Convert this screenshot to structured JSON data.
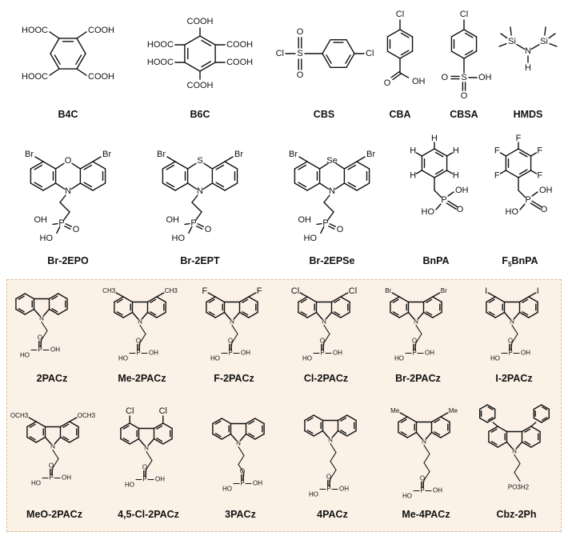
{
  "rows": [
    [
      {
        "id": "b4c",
        "label": "B4C",
        "atoms": [
          "HOOC",
          "COOH",
          "HOOC",
          "COOH"
        ]
      },
      {
        "id": "b6c",
        "label": "B6C",
        "atoms": [
          "COOH",
          "HOOC",
          "COOH",
          "HOOC",
          "COOH",
          "COOH"
        ]
      },
      {
        "id": "cbs",
        "label": "CBS",
        "atoms": [
          "Cl",
          "S",
          "O",
          "O",
          "Cl"
        ]
      },
      {
        "id": "cba",
        "label": "CBA",
        "atoms": [
          "Cl",
          "O",
          "OH"
        ]
      },
      {
        "id": "cbsa",
        "label": "CBSA",
        "atoms": [
          "Cl",
          "S",
          "O",
          "O",
          "OH"
        ]
      },
      {
        "id": "hmds",
        "label": "HMDS",
        "atoms": [
          "Si",
          "N",
          "Si",
          "H"
        ]
      }
    ],
    [
      {
        "id": "br2epo",
        "label": "Br-2EPO",
        "atoms": [
          "O",
          "Br",
          "Br",
          "N",
          "P",
          "O",
          "OH",
          "HO"
        ]
      },
      {
        "id": "br2ept",
        "label": "Br-2EPT",
        "atoms": [
          "S",
          "Br",
          "Br",
          "N",
          "P",
          "O",
          "OH",
          "HO"
        ]
      },
      {
        "id": "br2epse",
        "label": "Br-2EPSe",
        "atoms": [
          "Se",
          "Br",
          "Br",
          "N",
          "P",
          "O",
          "OH",
          "HO"
        ]
      },
      {
        "id": "bnpa",
        "label": "BnPA",
        "atoms": [
          "H",
          "H",
          "H",
          "H",
          "H",
          "P",
          "OH",
          "O",
          "HO"
        ]
      },
      {
        "id": "f5bnpa",
        "label_main": "F",
        "label_sub": "5",
        "label_rest": "BnPA",
        "atoms": [
          "F",
          "F",
          "F",
          "F",
          "F",
          "P",
          "OH",
          "O",
          "HO"
        ]
      }
    ],
    [
      {
        "id": "2pacz",
        "label": "2PACz",
        "atoms": [
          "N",
          "O",
          "P",
          "OH",
          "HO"
        ]
      },
      {
        "id": "me2pacz",
        "label": "Me-2PACz",
        "atoms": [
          "CH3",
          "CH3",
          "N",
          "O",
          "P",
          "OH",
          "HO"
        ]
      },
      {
        "id": "f2pacz",
        "label": "F-2PACz",
        "atoms": [
          "F",
          "F",
          "N",
          "O",
          "P",
          "OH",
          "HO"
        ]
      },
      {
        "id": "cl2pacz",
        "label": "Cl-2PACz",
        "atoms": [
          "Cl",
          "Cl",
          "N",
          "O",
          "P",
          "OH",
          "HO"
        ]
      },
      {
        "id": "br2pacz",
        "label": "Br-2PACz",
        "atoms": [
          "Br",
          "Br",
          "N",
          "O",
          "P",
          "OH",
          "HO"
        ]
      },
      {
        "id": "i2pacz",
        "label": "I-2PACz",
        "atoms": [
          "I",
          "I",
          "N",
          "O",
          "P",
          "OH",
          "HO"
        ]
      }
    ],
    [
      {
        "id": "meo2pacz",
        "label": "MeO-2PACz",
        "atoms": [
          "OCH3",
          "OCH3",
          "N",
          "O",
          "P",
          "OH",
          "HO"
        ]
      },
      {
        "id": "cl452pacz",
        "label": "4,5-Cl-2PACz",
        "atoms": [
          "Cl",
          "Cl",
          "N",
          "O",
          "P",
          "OH",
          "HO"
        ]
      },
      {
        "id": "3pacz",
        "label": "3PACz",
        "atoms": [
          "N",
          "O",
          "P",
          "OH",
          "HO"
        ]
      },
      {
        "id": "4pacz",
        "label": "4PACz",
        "atoms": [
          "N",
          "O",
          "P",
          "OH",
          "HO"
        ]
      },
      {
        "id": "me4pacz",
        "label": "Me-4PACz",
        "atoms": [
          "Me",
          "Me",
          "N",
          "O",
          "P",
          "OH",
          "HO"
        ]
      },
      {
        "id": "cbz2ph",
        "label": "Cbz-2Ph",
        "atoms": [
          "N",
          "PO3H2"
        ]
      }
    ]
  ]
}
